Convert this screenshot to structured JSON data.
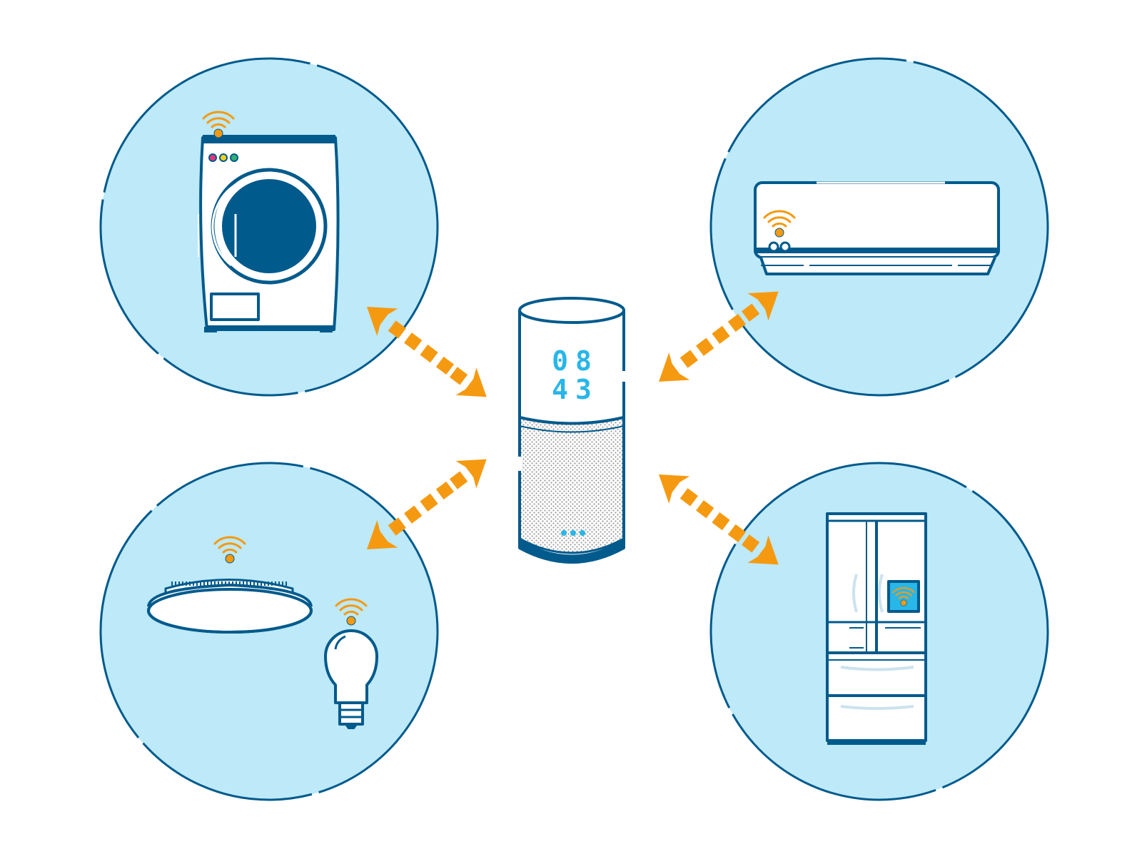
{
  "colors": {
    "circle_fill": "#bde9f8",
    "line": "#005a8c",
    "accent": "#f59a10",
    "display": "#29b6e8",
    "white": "#ffffff"
  },
  "speaker": {
    "clock_hours": "08",
    "clock_minutes": "43",
    "status_dots": 3
  },
  "devices": [
    {
      "name": "washing-machine",
      "icon": "washer-icon",
      "wifi": true
    },
    {
      "name": "air-conditioner",
      "icon": "air-conditioner-icon",
      "wifi": true
    },
    {
      "name": "lighting",
      "icon": "ceiling-light-and-bulb-icon",
      "wifi": true
    },
    {
      "name": "refrigerator",
      "icon": "refrigerator-icon",
      "wifi": true
    }
  ],
  "connections": [
    {
      "from": "smart-speaker",
      "to": "washing-machine",
      "type": "bidirectional"
    },
    {
      "from": "smart-speaker",
      "to": "air-conditioner",
      "type": "bidirectional"
    },
    {
      "from": "smart-speaker",
      "to": "lighting",
      "type": "bidirectional"
    },
    {
      "from": "smart-speaker",
      "to": "refrigerator",
      "type": "bidirectional"
    }
  ]
}
